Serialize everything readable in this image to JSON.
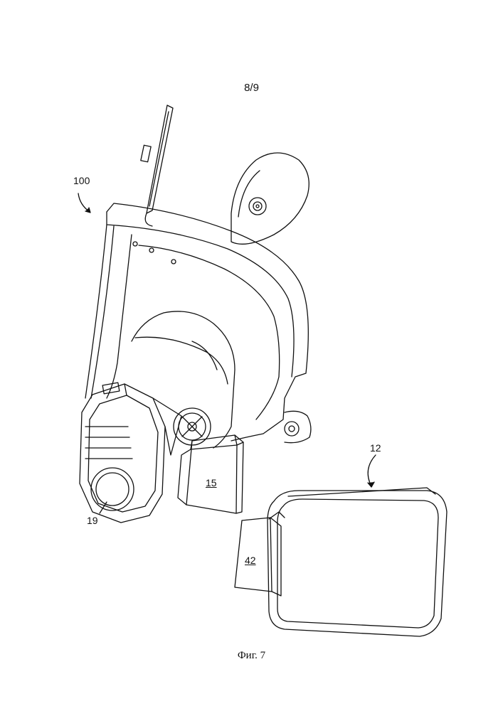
{
  "header": {
    "sheet_number": "8/9"
  },
  "figure": {
    "caption": "Фиг. 7",
    "reference_labels": {
      "mask_assembly": "100",
      "filter_cartridge": "19",
      "housing_module": "15",
      "display_unit": "12",
      "connector": "42"
    }
  }
}
